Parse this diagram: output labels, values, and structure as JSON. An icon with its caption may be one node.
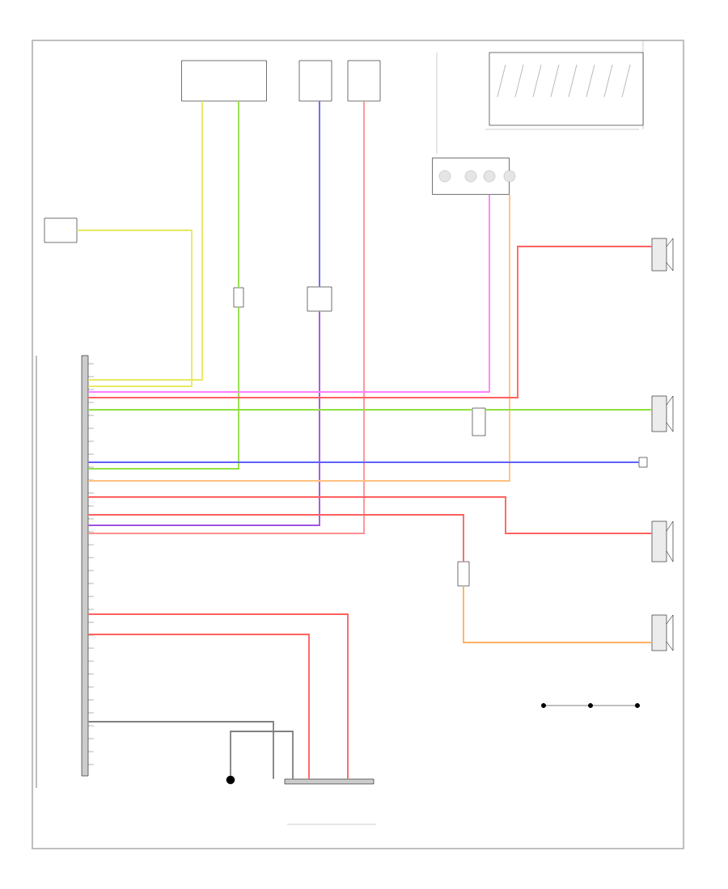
{
  "diagram": {
    "nodes": [
      {
        "text": [],
        "shape": "bar"
      },
      {
        "text": [],
        "shape": "box"
      },
      {
        "text": [],
        "shape": "box"
      },
      {
        "text": [],
        "shape": "box"
      },
      {
        "text": [],
        "shape": "box"
      },
      {
        "text": [],
        "shape": "box"
      },
      {
        "text": [],
        "shape": "box"
      },
      {
        "text": [],
        "shape": "connector"
      },
      {
        "text": [],
        "shape": "box"
      },
      {
        "text": [],
        "shape": "speaker"
      },
      {
        "text": [],
        "shape": "speaker"
      },
      {
        "text": [],
        "shape": "connector"
      },
      {
        "text": [],
        "shape": "speaker"
      },
      {
        "text": [],
        "shape": "speaker"
      },
      {
        "text": [],
        "shape": "connector"
      },
      {
        "text": [],
        "shape": "connector"
      },
      {
        "text": [],
        "shape": "terminal"
      },
      {
        "text": [],
        "shape": "bar"
      }
    ],
    "edges": [
      {
        "from": 1,
        "to": 0,
        "arrow": "none",
        "color": "#e8e860"
      },
      {
        "from": 1,
        "to": 7,
        "arrow": "none",
        "color": "#90e040"
      },
      {
        "from": 7,
        "to": 0,
        "arrow": "none",
        "color": "#90e040"
      },
      {
        "from": 2,
        "to": 8,
        "arrow": "none",
        "color": "#6060ff"
      },
      {
        "from": 8,
        "to": 0,
        "arrow": "none",
        "color": "#a050e0"
      },
      {
        "from": 3,
        "to": 0,
        "arrow": "none",
        "color": "#ff9090"
      },
      {
        "from": 5,
        "to": 0,
        "arrow": "none",
        "color": "#ff80ff"
      },
      {
        "from": 5,
        "to": 0,
        "arrow": "none",
        "color": "#ffc080"
      },
      {
        "from": 0,
        "to": 9,
        "arrow": "none",
        "color": "#ff6060"
      },
      {
        "from": 0,
        "to": 14,
        "arrow": "none",
        "color": "#90e040"
      },
      {
        "from": 14,
        "to": 10,
        "arrow": "none",
        "color": "#90e040"
      },
      {
        "from": 0,
        "to": 11,
        "arrow": "none",
        "color": "#6060ff"
      },
      {
        "from": 0,
        "to": 12,
        "arrow": "none",
        "color": "#ff6060"
      },
      {
        "from": 0,
        "to": 15,
        "arrow": "none",
        "color": "#ff6060"
      },
      {
        "from": 15,
        "to": 13,
        "arrow": "none",
        "color": "#ffb060"
      },
      {
        "from": 0,
        "to": 17,
        "arrow": "none",
        "color": "#ff6060"
      },
      {
        "from": 0,
        "to": 17,
        "arrow": "none",
        "color": "#ff6060"
      },
      {
        "from": 0,
        "to": 17,
        "arrow": "none",
        "color": "#808080"
      },
      {
        "from": 16,
        "to": 17,
        "arrow": "none",
        "color": "#808080"
      },
      {
        "from": 6,
        "to": 0,
        "arrow": "none",
        "color": "#e8e860"
      }
    ]
  }
}
